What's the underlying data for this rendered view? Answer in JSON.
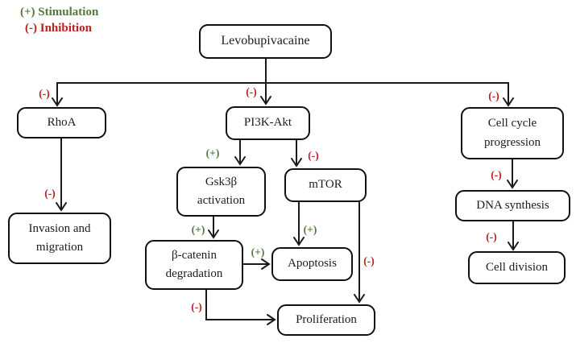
{
  "legend": {
    "stimulation": "(+) Stimulation",
    "inhibition": "(-) Inhibition"
  },
  "signs": {
    "plus": "(+)",
    "minus": "(-)"
  },
  "colors": {
    "stimulation": "#527a3c",
    "inhibition": "#b8221f",
    "line": "#1a1a1a",
    "node_border": "#111111",
    "node_bg": "#ffffff",
    "background": "#ffffff"
  },
  "nodes": {
    "levobupivacaine": "Levobupivacaine",
    "rhoa": "RhoA",
    "invasion_migration": "Invasion and\nmigration",
    "pi3k_akt": "PI3K-Akt",
    "gsk3b_activation": "Gsk3β\nactivation",
    "mtor": "mTOR",
    "b_catenin_degradation": "β-catenin\ndegradation",
    "apoptosis": "Apoptosis",
    "proliferation": "Proliferation",
    "cell_cycle_progression": "Cell cycle\nprogression",
    "dna_synthesis": "DNA synthesis",
    "cell_division": "Cell division"
  }
}
